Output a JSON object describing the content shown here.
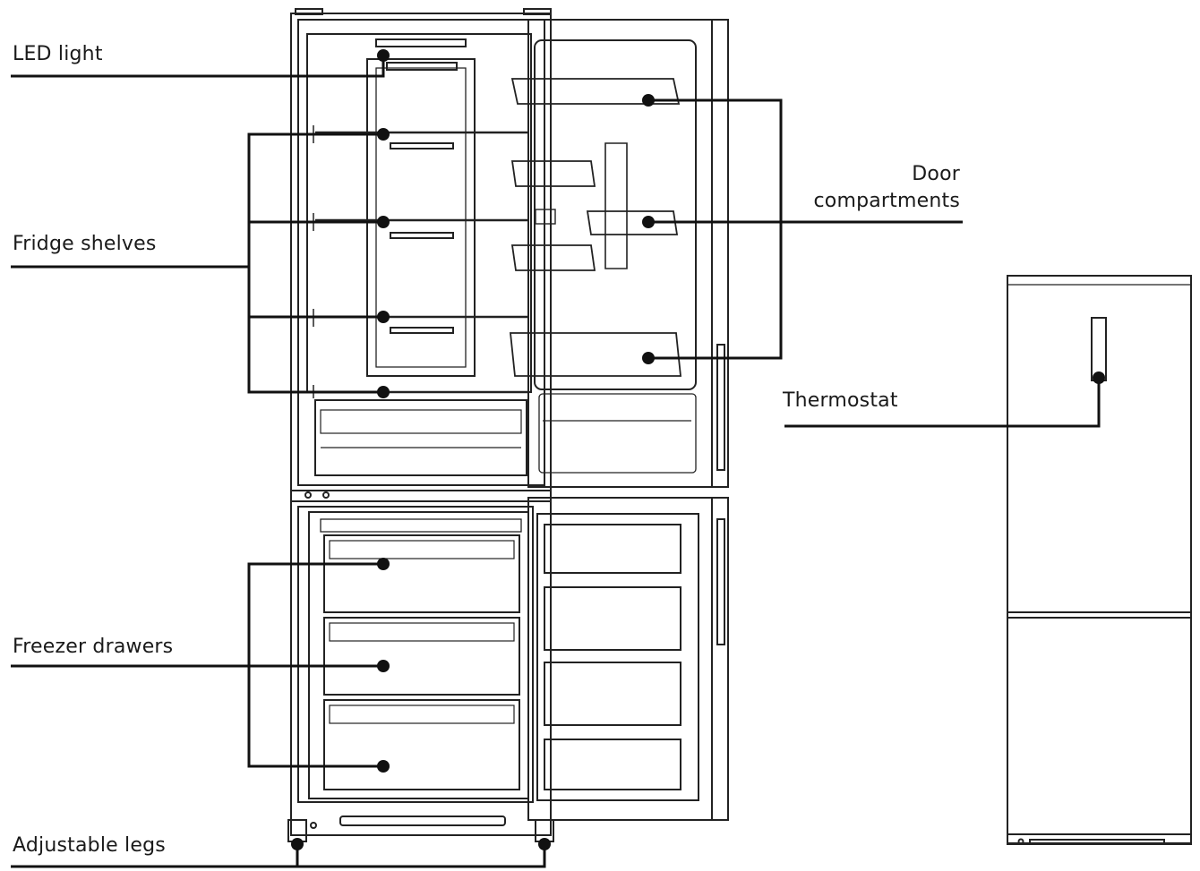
{
  "labels": {
    "led_light": "LED light",
    "fridge_shelves": "Fridge shelves",
    "freezer_drawers": "Freezer drawers",
    "adjustable_legs": "Adjustable legs",
    "door_compartments_line1": "Door",
    "door_compartments_line2": "compartments",
    "thermostat": "Thermostat"
  },
  "colors": {
    "line": "#111111",
    "stroke": "#222222",
    "background": "#ffffff"
  }
}
